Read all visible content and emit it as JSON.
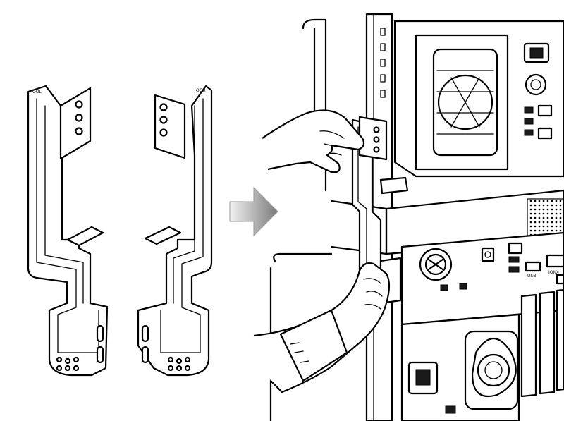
{
  "figure": {
    "brackets": [
      {
        "side": "left",
        "stamp": "OOL"
      },
      {
        "side": "right",
        "stamp": "OOR"
      }
    ],
    "arrow": {
      "direction": "right"
    },
    "rear_panel_labels": [
      "USB",
      "IOIOI"
    ],
    "colors": {
      "line": "#000000",
      "arrow_light": "#f2f2f2",
      "arrow_dark": "#7a7a7a"
    }
  }
}
